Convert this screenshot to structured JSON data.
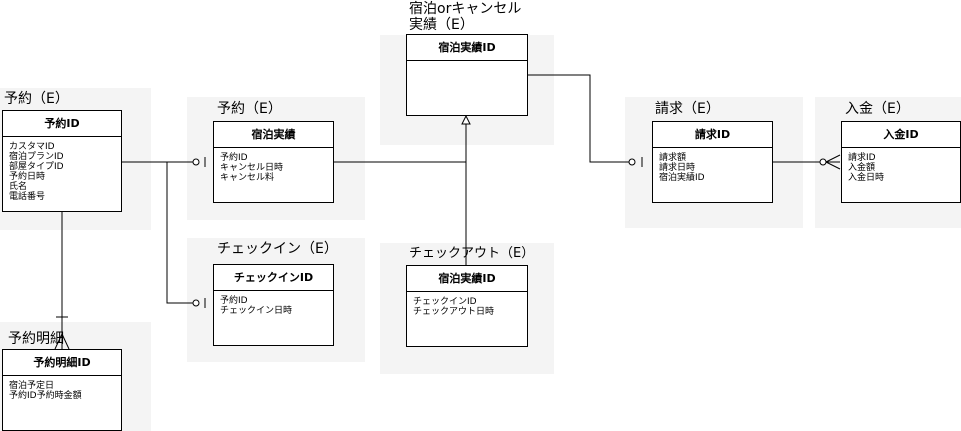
{
  "entities": {
    "reservation": {
      "title": "予約（E）",
      "pk": "予約ID",
      "attributes": [
        "カスタマID",
        "宿泊プランID",
        "部屋タイプID",
        "予約日時",
        "氏名",
        "電話番号"
      ]
    },
    "reservation_detail": {
      "title": "予約明細",
      "pk": "予約明細ID",
      "attributes": [
        "宿泊予定日",
        "予約ID予約時金額"
      ]
    },
    "stay_record": {
      "title": "予約（E）",
      "pk": "宿泊実績",
      "attributes": [
        "予約ID",
        "キャンセル日時",
        "キャンセル料"
      ]
    },
    "checkin": {
      "title": "チェックイン（E）",
      "pk": "チェックインID",
      "attributes": [
        "予約ID",
        "チェックイン日時"
      ]
    },
    "stay_or_cancel": {
      "title": "宿泊orキャンセル\n実績（E）",
      "pk": "宿泊実績ID",
      "attributes": []
    },
    "checkout": {
      "title": "チェックアウト（E）",
      "pk": "宿泊実績ID",
      "attributes": [
        "チェックインID",
        "チェックアウト日時"
      ]
    },
    "billing": {
      "title": "請求（E）",
      "pk": "請求ID",
      "attributes": [
        "請求額",
        "請求日時",
        "宿泊実績ID"
      ]
    },
    "payment": {
      "title": "入金（E）",
      "pk": "入金ID",
      "attributes": [
        "請求ID",
        "入金額",
        "入金日時"
      ]
    }
  }
}
